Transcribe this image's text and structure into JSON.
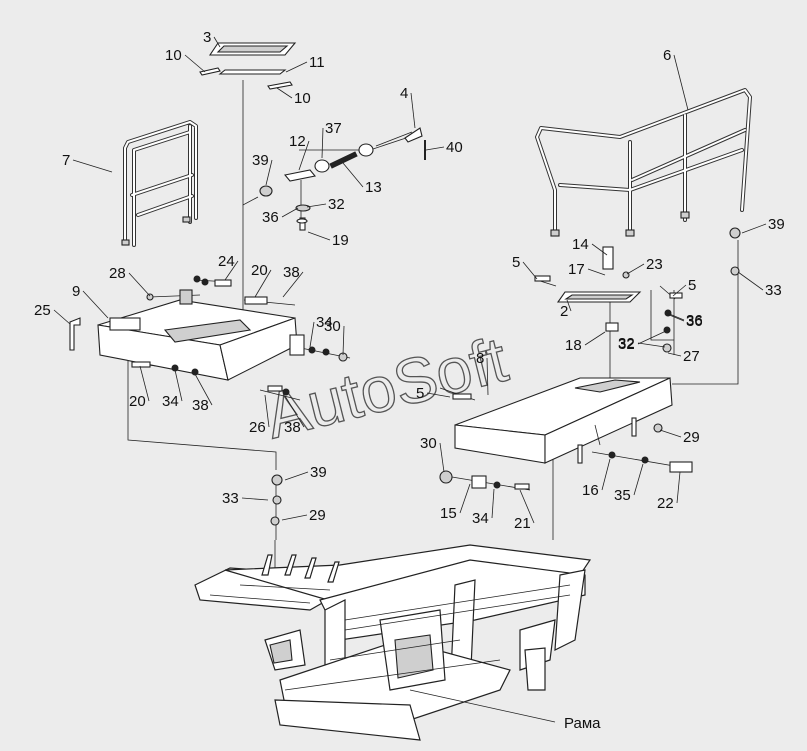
{
  "watermark": "AutoSoft",
  "frame_label": "Рама",
  "callouts": [
    "3",
    "10",
    "11",
    "10",
    "4",
    "7",
    "12",
    "37",
    "40",
    "39",
    "13",
    "36",
    "32",
    "19",
    "6",
    "39",
    "36",
    "32",
    "24",
    "20",
    "38",
    "28",
    "9",
    "25",
    "14",
    "5",
    "23",
    "17",
    "5",
    "2",
    "33",
    "36",
    "18",
    "32",
    "27",
    "34",
    "30",
    "20",
    "34",
    "38",
    "8",
    "5",
    "26",
    "38",
    "29",
    "30",
    "16",
    "35",
    "22",
    "39",
    "15",
    "34",
    "21",
    "33",
    "29"
  ]
}
